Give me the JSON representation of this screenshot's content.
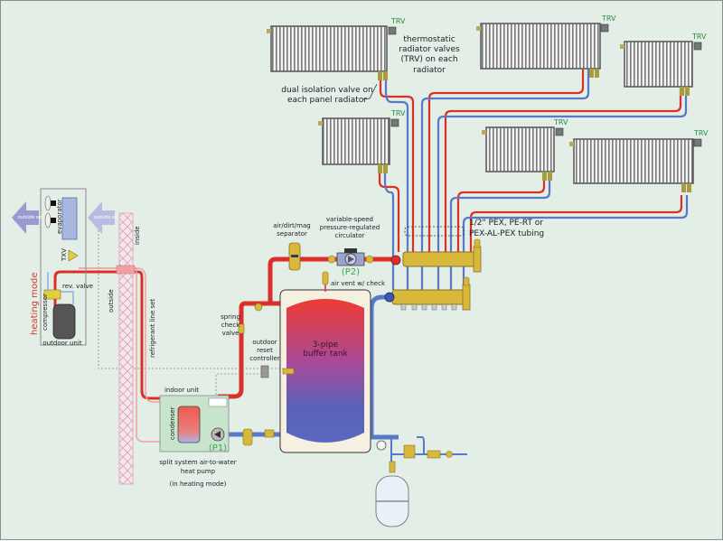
{
  "diagram": {
    "title": "Split system air-to-water heat pump with buffer tank and manifold radiator distribution",
    "colors": {
      "background": "#e3eee6",
      "supply_pipe": "#d9302a",
      "return_pipe": "#5a78c8",
      "refrigerant_light": "#f0a0a0",
      "brass": "#d8b83a",
      "label_green": "#2a8a4a",
      "heating_mode": "#d23b2a"
    },
    "labels": {
      "outside_air_left": "outside air",
      "outside_air_right": "outside air",
      "evaporator": "evaporator",
      "txv": "TXV",
      "rev_valve": "rev. valve",
      "compressor": "compressor",
      "heating_mode": "heating mode",
      "outdoor_unit": "outdoor unit",
      "inside": "inside",
      "outside": "outside",
      "refrigerant_line_set": "refrigerant line set",
      "indoor_unit": "indoor unit",
      "condenser": "condenser",
      "p1": "(P1)",
      "heat_pump_line1": "split system air-to-water",
      "heat_pump_line2": "heat pump",
      "heat_pump_line3": "(in heating mode)",
      "spring_check_line1": "spring",
      "spring_check_line2": "check",
      "spring_check_line3": "valve",
      "reset_line1": "outdoor",
      "reset_line2": "reset",
      "reset_line3": "controller",
      "separator_line1": "air/dirt/mag",
      "separator_line2": "separator",
      "circ_line1": "variable-speed",
      "circ_line2": "pressure-regulated",
      "circ_line3": "circulator",
      "p2": "(P2)",
      "air_vent": "air vent w/ check",
      "tank_line1": "3-pipe",
      "tank_line2": "buffer tank",
      "tubing_line1": "1/2\" PEX, PE-RT or",
      "tubing_line2": "PEX-AL-PEX tubing",
      "trv_line1": "thermostatic",
      "trv_line2": "radiator valves",
      "trv_line3": "(TRV) on each",
      "trv_line4": "radiator",
      "iso_line1": "dual isolation valve on",
      "iso_line2": "each panel radiator",
      "trv": "TRV"
    },
    "radiators": [
      {
        "id": "r1",
        "trv": "TRV"
      },
      {
        "id": "r2",
        "trv": "TRV"
      },
      {
        "id": "r3",
        "trv": "TRV"
      },
      {
        "id": "r4",
        "trv": "TRV"
      },
      {
        "id": "r5",
        "trv": "TRV"
      },
      {
        "id": "r6",
        "trv": "TRV"
      }
    ]
  }
}
